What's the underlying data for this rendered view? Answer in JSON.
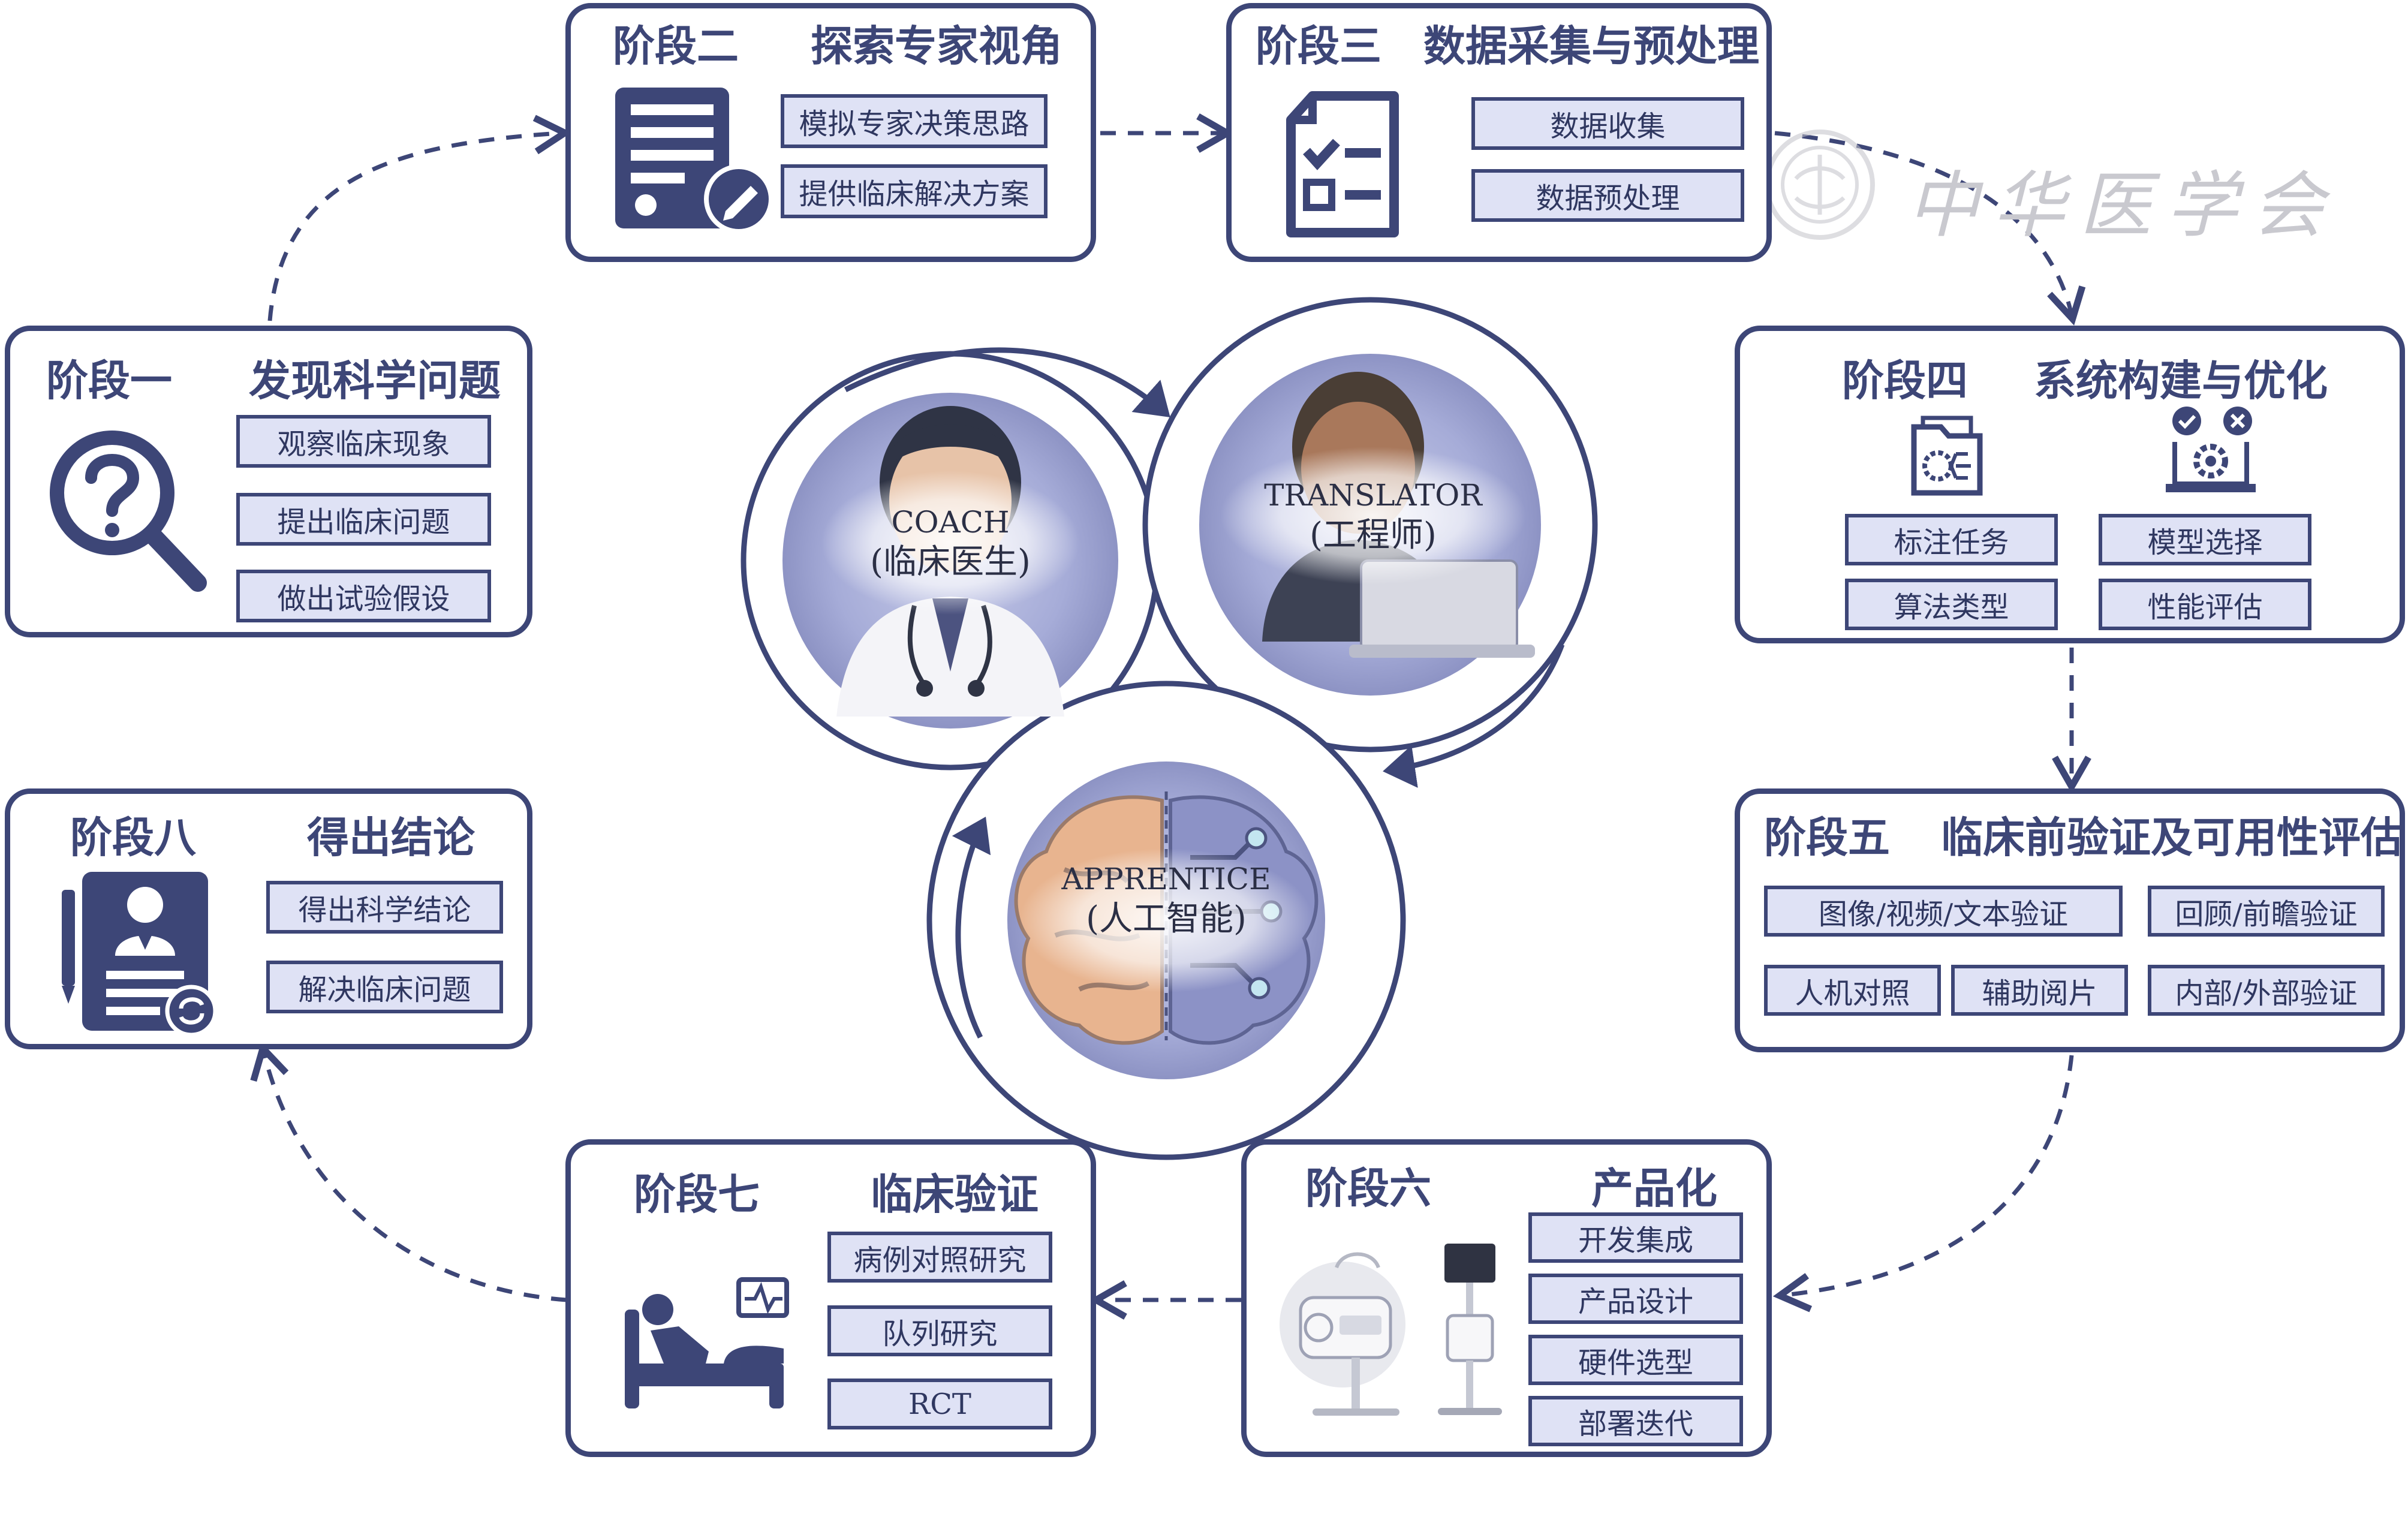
{
  "stages": [
    {
      "label": "阶段一",
      "title": "发现科学问题",
      "items": [
        "观察临床现象",
        "提出临床问题",
        "做出试验假设"
      ]
    },
    {
      "label": "阶段二",
      "title": "探索专家视角",
      "items": [
        "模拟专家决策思路",
        "提供临床解决方案"
      ]
    },
    {
      "label": "阶段三",
      "title": "数据采集与预处理",
      "items": [
        "数据收集",
        "数据预处理"
      ]
    },
    {
      "label": "阶段四",
      "title": "系统构建与优化",
      "items": [
        "标注任务",
        "模型选择",
        "算法类型",
        "性能评估"
      ]
    },
    {
      "label": "阶段五",
      "title": "临床前验证及可用性评估",
      "items": [
        "图像/视频/文本验证",
        "回顾/前瞻验证",
        "人机对照",
        "辅助阅片",
        "内部/外部验证"
      ]
    },
    {
      "label": "阶段六",
      "title": "产品化",
      "items": [
        "开发集成",
        "产品设计",
        "硬件选型",
        "部署迭代"
      ]
    },
    {
      "label": "阶段七",
      "title": "临床验证",
      "items": [
        "病例对照研究",
        "队列研究",
        "RCT"
      ]
    },
    {
      "label": "阶段八",
      "title": "得出结论",
      "items": [
        "得出科学结论",
        "解决临床问题"
      ]
    }
  ],
  "roles": [
    {
      "name": "COACH",
      "sub": "(临床医生)"
    },
    {
      "name": "TRANSLATOR",
      "sub": "(工程师)"
    },
    {
      "name": "APPRENTICE",
      "sub": "(人工智能)"
    }
  ],
  "watermark": {
    "text": "中华医学会"
  },
  "colors": {
    "primary": "#3d4677",
    "item_fill": "#dfe2f5",
    "circle_fill": "#a6acd8",
    "brain_orange": "#e8b48f"
  },
  "icons": [
    "question-magnifier-icon",
    "document-pen-icon",
    "checklist-icon",
    "process-folder-icon",
    "laptop-settings-icon",
    "medical-device-image",
    "patient-bed-monitor-icon",
    "doctor-report-icon",
    "doctor-avatar-icon",
    "engineer-avatar-icon",
    "brain-circuit-icon"
  ]
}
